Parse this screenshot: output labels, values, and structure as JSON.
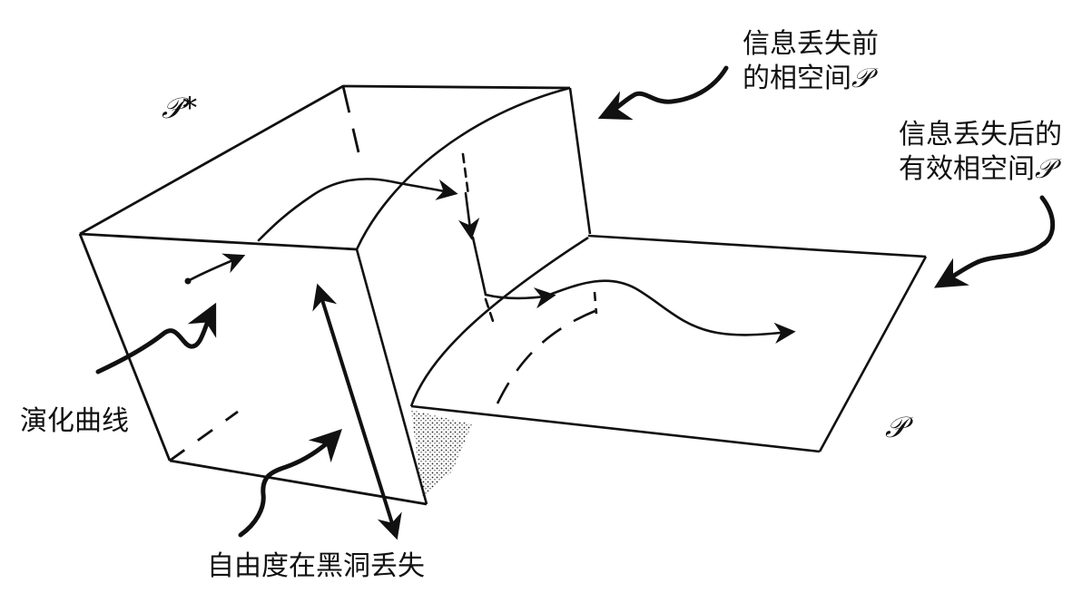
{
  "labels": {
    "phase_space_before_line1": "信息丢失前",
    "phase_space_before_line2": "的相空间",
    "phase_space_after_line1": "信息丢失后的",
    "phase_space_after_line2": "有效相空间",
    "evolution_curve": "演化曲线",
    "dof_lost": "自由度在黑洞丢失"
  },
  "symbols": {
    "p_star": "𝒫*",
    "p": "𝒫"
  }
}
